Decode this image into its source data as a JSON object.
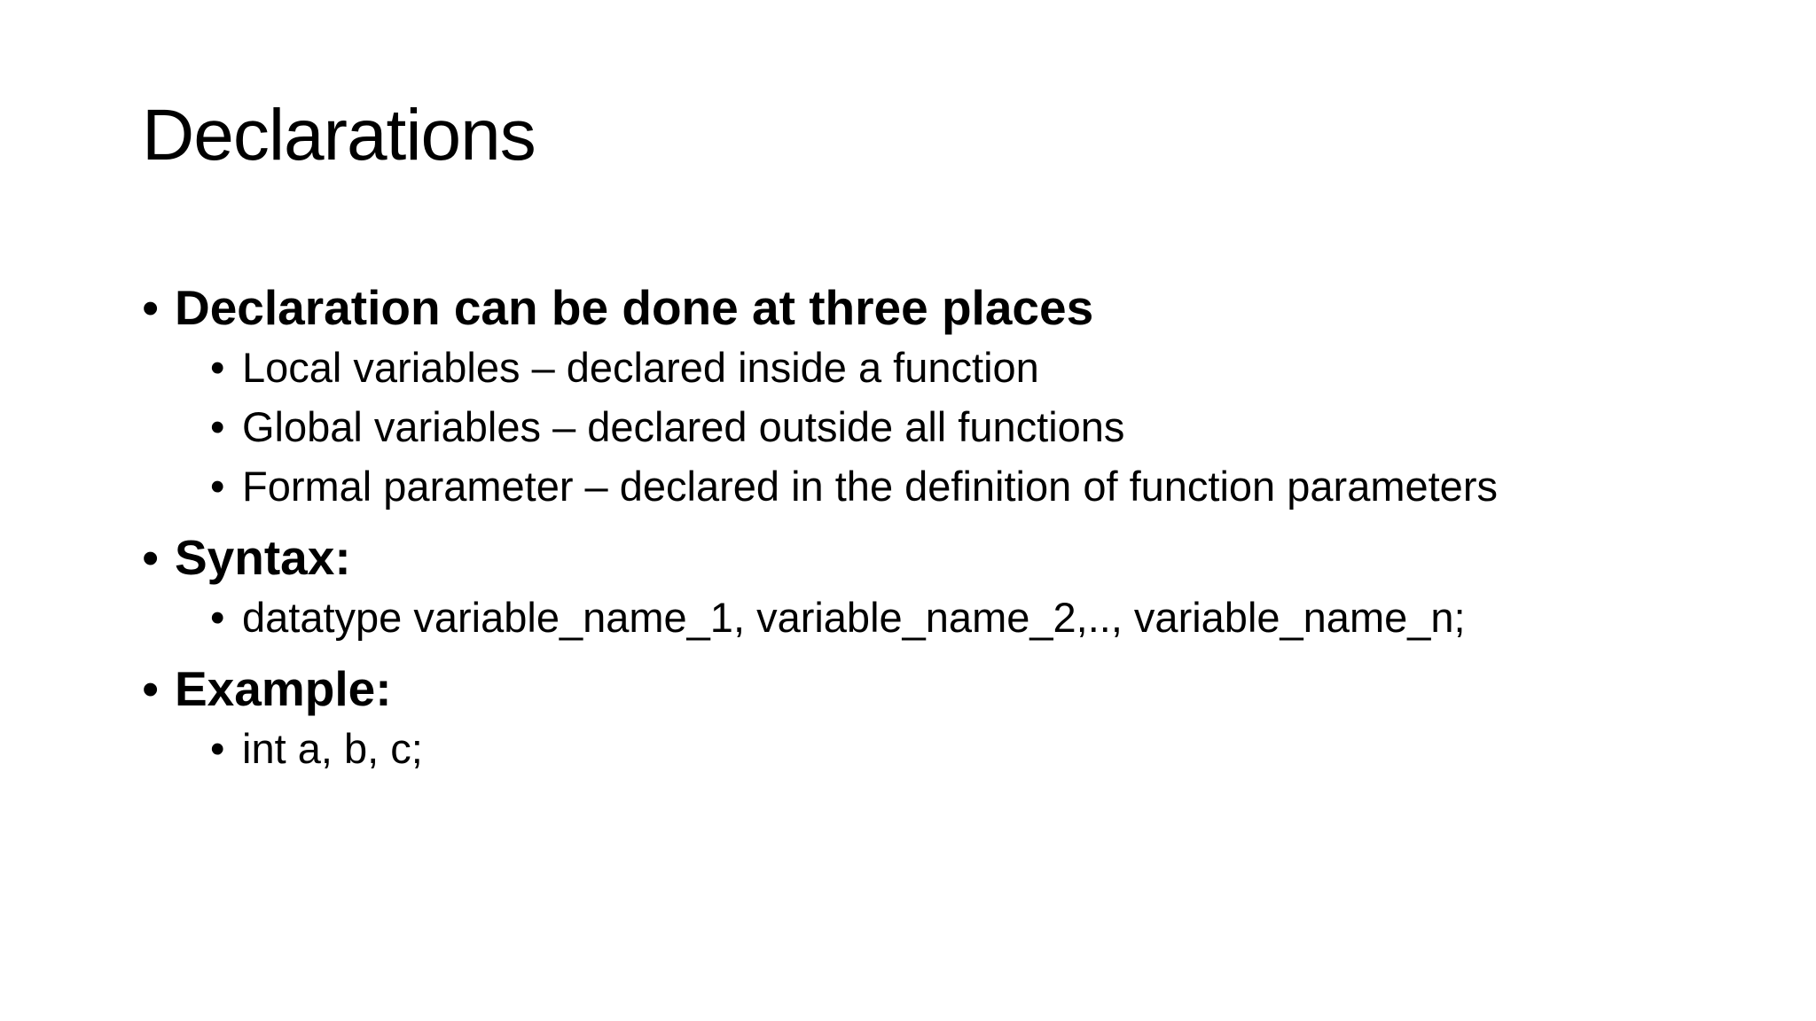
{
  "slide": {
    "title": "Declarations",
    "bullet_glyph": "•",
    "colors": {
      "background": "#ffffff",
      "text": "#000000"
    },
    "bullets": [
      {
        "label": "Declaration can be done at three places",
        "children": [
          "Local variables – declared inside a function",
          "Global variables – declared outside all functions",
          "Formal parameter – declared in the definition of function parameters"
        ]
      },
      {
        "label": "Syntax:",
        "children": [
          "datatype variable_name_1, variable_name_2,.., variable_name_n;"
        ]
      },
      {
        "label": "Example:",
        "children": [
          "int a, b, c;"
        ]
      }
    ]
  }
}
